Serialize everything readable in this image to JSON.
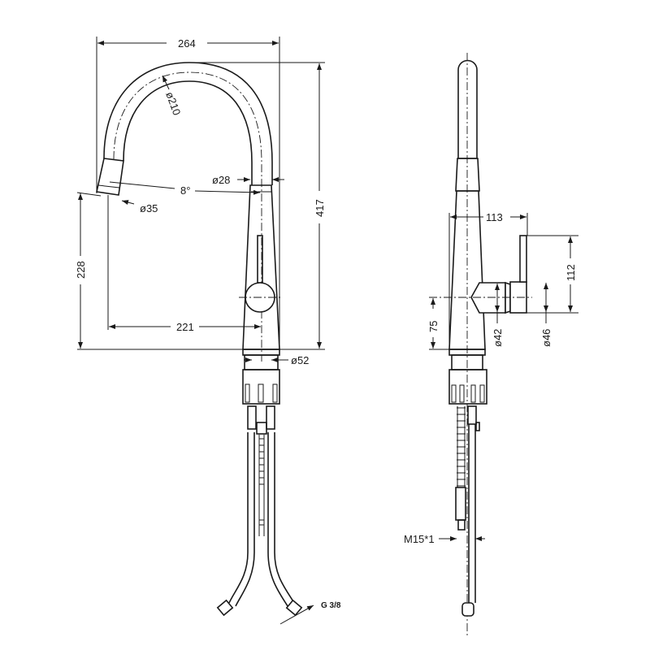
{
  "front_view": {
    "width_overall": "264",
    "spout_bend": "ø210",
    "spout_diameter": "ø28",
    "head_angle": "8°",
    "head_diameter": "ø35",
    "spout_height": "228",
    "reach": "221",
    "total_height": "417",
    "base_diameter": "ø52",
    "inlet_thread": "G 3/8"
  },
  "side_view": {
    "handle_projection": "113",
    "handle_height": "112",
    "handle_axis_height": "75",
    "handle_boss_diameter": "ø42",
    "handle_diameter": "ø46",
    "pullout_thread": "M15*1"
  }
}
